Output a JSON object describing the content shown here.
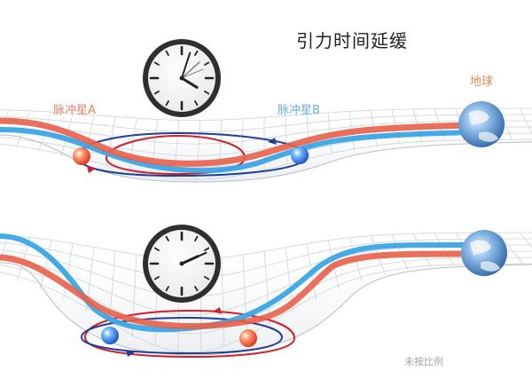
{
  "title": "引力时间延缓",
  "earth_label": "地球",
  "pulsar_a_label": "脉冲星A",
  "pulsar_b_label": "脉冲星B",
  "scale_note": "未按比例",
  "colors": {
    "pulsar_a": "#e8604a",
    "pulsar_b": "#3aa6e6",
    "earth_label": "#e08a55",
    "grid": "#cfd3d8",
    "orbit_red": "#d0202a",
    "orbit_blue": "#1f3f9a"
  },
  "panels": [
    {
      "name": "shallow-well",
      "clock": {
        "hour": 4,
        "minute": 3
      }
    },
    {
      "name": "deep-well",
      "clock": {
        "hour": 2,
        "minute": 11
      }
    }
  ]
}
